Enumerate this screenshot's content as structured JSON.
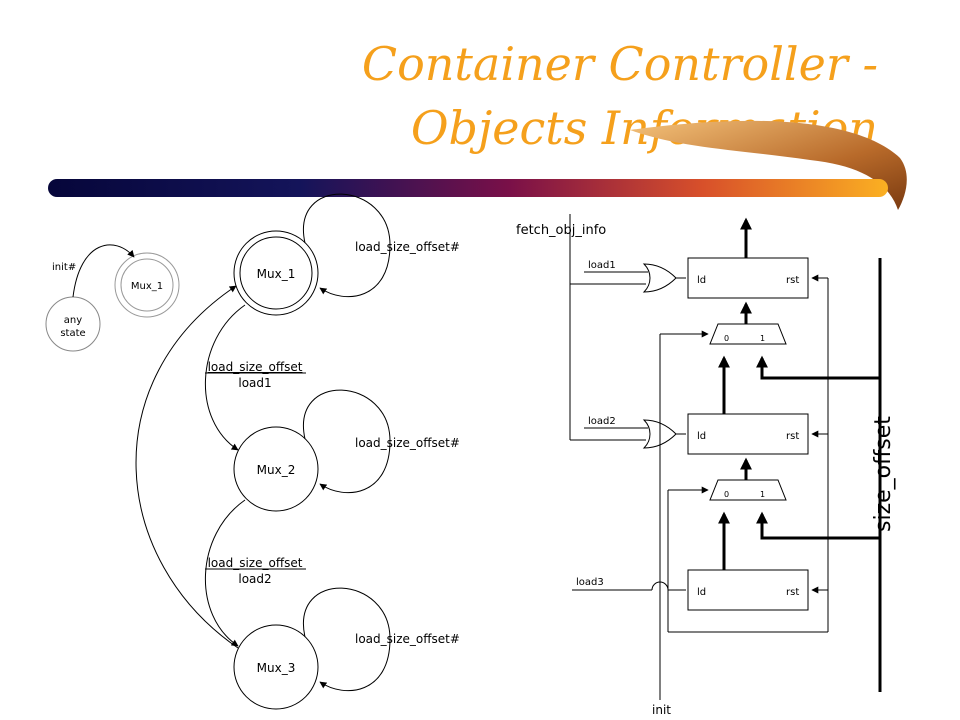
{
  "slide": {
    "title_line1": "Container Controller -",
    "title_line2": "Objects Information",
    "colors": {
      "title": "#f5a01c",
      "bar_dark": "#0a0a4a",
      "bar_mid": "#8a1040",
      "bar_light": "#f7a020"
    }
  },
  "legend": {
    "trigger": "init#",
    "source_state_line1": "any",
    "source_state_line2": "state",
    "target_state": "Mux_1"
  },
  "fsm": {
    "states": [
      "Mux_1",
      "Mux_2",
      "Mux_3"
    ],
    "self_loop_label": "load_size_offset#",
    "transition1_condition": "load_size_offset",
    "transition1_action": "load1",
    "transition2_condition": "load_size_offset",
    "transition2_action": "load2"
  },
  "circuit": {
    "fetch_label": "fetch_obj_info",
    "loads": [
      "load1",
      "load2",
      "load3"
    ],
    "register_ld": "ld",
    "register_rst": "rst",
    "mux_in0": "0",
    "mux_in1": "1",
    "bus_label": "size_offset",
    "init_label": "init"
  }
}
